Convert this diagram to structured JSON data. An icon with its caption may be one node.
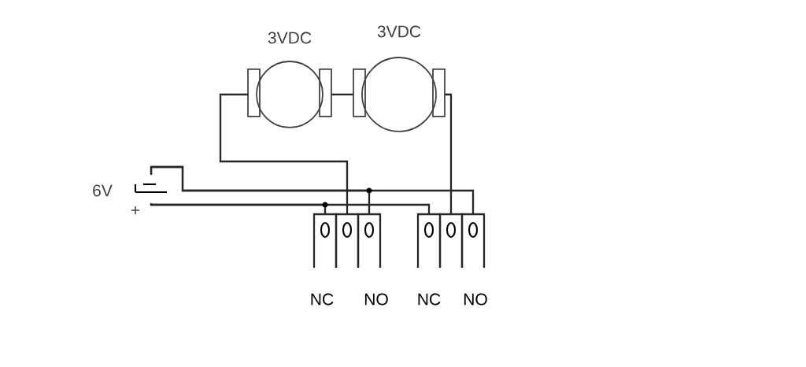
{
  "diagram": {
    "nodes": [
      {
        "text": [],
        "shape": "circle",
        "beside": [
          "3VDC"
        ]
      },
      {
        "text": [],
        "shape": "circle",
        "beside": [
          "3VDC"
        ]
      },
      {
        "text": [],
        "shape": "battery",
        "beside": [
          "6V",
          "+"
        ]
      },
      {
        "text": [],
        "shape": "box"
      },
      {
        "text": [],
        "shape": "box"
      },
      {
        "text": [],
        "shape": "box"
      },
      {
        "text": [],
        "shape": "box"
      },
      {
        "text": [],
        "shape": "box"
      },
      {
        "text": [],
        "shape": "box"
      }
    ],
    "edges": [
      {
        "from": 0,
        "to": 4,
        "arrow": "none"
      },
      {
        "from": 0,
        "to": 1,
        "arrow": "none"
      },
      {
        "from": 1,
        "to": 7,
        "arrow": "none"
      },
      {
        "from": 2,
        "to": 5,
        "arrow": "none"
      },
      {
        "from": 2,
        "to": 8,
        "arrow": "none"
      },
      {
        "from": 2,
        "to": 3,
        "arrow": "none"
      },
      {
        "from": 2,
        "to": 6,
        "arrow": "none"
      }
    ],
    "labels": [
      "NC",
      "NO",
      "NC",
      "NO"
    ]
  }
}
